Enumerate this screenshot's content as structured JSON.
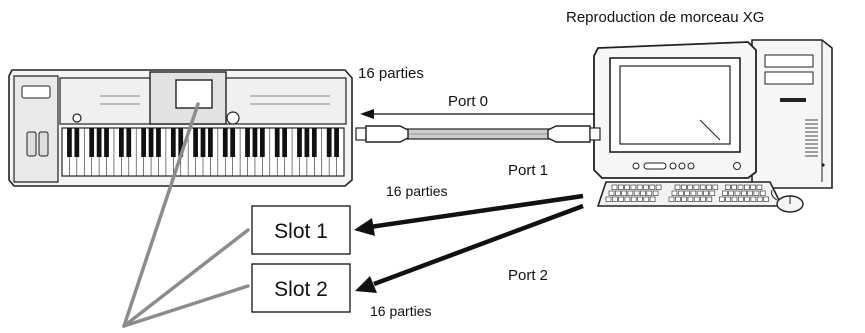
{
  "computer": {
    "caption": "Reproduction de morceau XG"
  },
  "connections": {
    "port0": {
      "label": "Port 0",
      "parts_label": "16 parties"
    },
    "port1": {
      "label": "Port 1",
      "parts_label": "16 parties"
    },
    "port2": {
      "label": "Port 2",
      "parts_label": "16 parties"
    }
  },
  "slots": [
    {
      "label": "Slot 1"
    },
    {
      "label": "Slot 2"
    }
  ]
}
